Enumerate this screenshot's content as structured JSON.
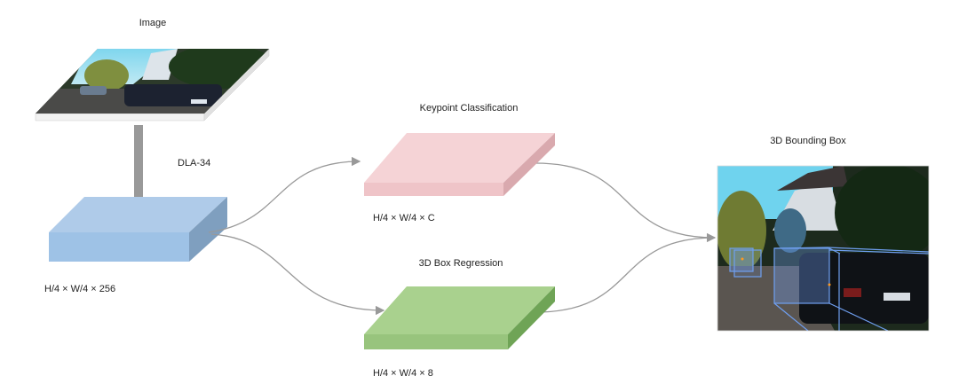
{
  "labels": {
    "image": "Image",
    "backbone": "DLA-34",
    "feature_dims": "H/4 × W/4 × 256",
    "keypoint_head": "Keypoint Classification",
    "keypoint_dims": "H/4 × W/4 × C",
    "regression_head": "3D Box Regression",
    "regression_dims": "H/4 × W/4 × 8",
    "output": "3D Bounding Box"
  },
  "colors": {
    "feature_map": "#a9c8e8",
    "keypoint_map": "#f4cfd3",
    "regression_map": "#a9d18e",
    "arrow": "#999999",
    "box_overlay": "#6f9ff0"
  }
}
